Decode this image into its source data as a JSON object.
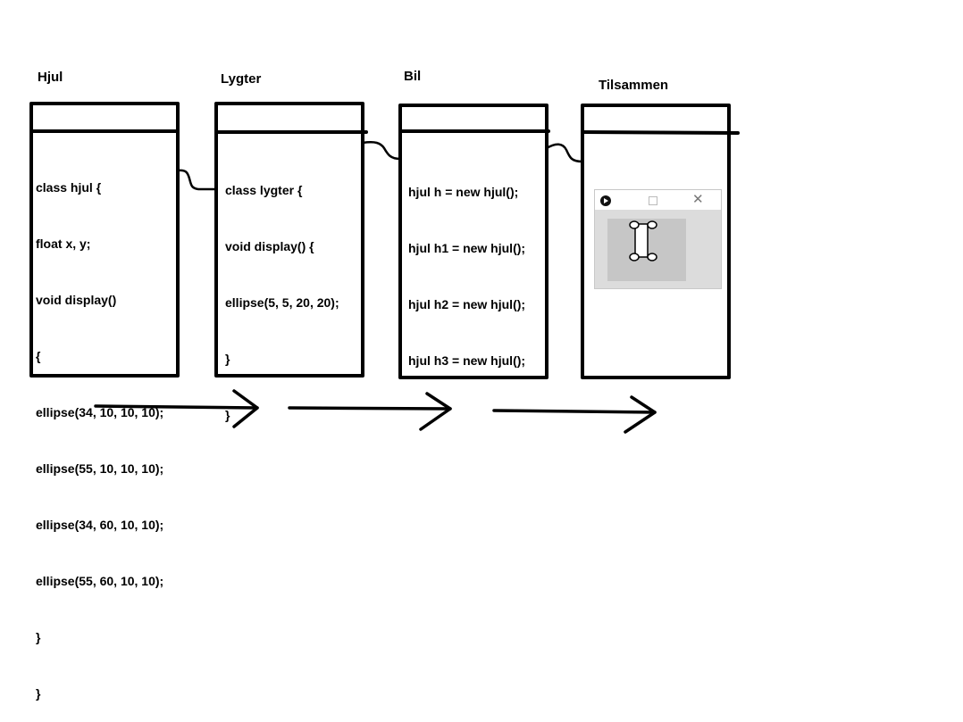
{
  "panels": [
    {
      "title": "Hjul",
      "code": [
        "class hjul {",
        "float x, y;",
        "void display()",
        "{",
        "ellipse(34, 10, 10, 10);",
        "ellipse(55, 10, 10, 10);",
        "ellipse(34, 60, 10, 10);",
        "ellipse(55, 60, 10, 10);",
        "}",
        "}"
      ]
    },
    {
      "title": "Lygter",
      "code": [
        "class lygter {",
        "void display() {",
        "ellipse(5, 5, 20, 20);",
        "}",
        "}"
      ]
    },
    {
      "title": "Bil",
      "code": [
        "hjul h = new hjul();",
        "hjul h1 = new hjul();",
        "hjul h2 = new hjul();",
        "hjul h3 = new hjul();"
      ]
    },
    {
      "title": "Tilsammen",
      "preview": {
        "app_icon": "processing-play-icon",
        "maximize_icon": "square-icon",
        "close_icon": "close-icon",
        "close_glyph": "✕"
      }
    }
  ],
  "colors": {
    "ink": "#000000",
    "preview_bg": "#dcdcdc",
    "preview_stage": "#c6c6c6"
  }
}
